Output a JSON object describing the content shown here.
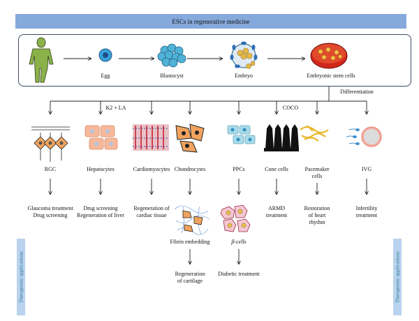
{
  "title": "ESCs in regenerative medicine",
  "top_stages": [
    "Egg",
    "Blastocyst",
    "Embryo",
    "Embryonic stem cells"
  ],
  "differentiation_label": "Differentiation",
  "factor_labels": {
    "hepatocytes": "K2 + LA",
    "cone_cells": "COCO"
  },
  "cell_types": [
    {
      "name": "RGC",
      "application": "Glaucoma treatment\nDrug screening"
    },
    {
      "name": "Hepatocytes",
      "application": "Drug screening\nRegeneration of liver"
    },
    {
      "name": "Cardiomyocytes",
      "application": "Regeneration of\ncardiac tissue"
    },
    {
      "name": "Chondrocytes",
      "application": "Fibrin embedding",
      "next": "Regeneration\nof cartilage"
    },
    {
      "name": "PPCs",
      "application": "β-cells",
      "next": "Diabetic treatment"
    },
    {
      "name": "Cone cells",
      "application": "ARMD\ntreatment"
    },
    {
      "name": "Pacemaker\ncells",
      "application": "Restoration\nof heart\nrhythm"
    },
    {
      "name": "IVG",
      "application": "Infertility\ntreatment"
    }
  ],
  "side_label": "Therapeutic applications",
  "colors": {
    "banner": "#86a9dc",
    "side_tab": "#b9d3ee",
    "side_text": "#2e7a9a",
    "cell_orange": "#f0a35e",
    "cell_teal": "#6ec3df"
  }
}
